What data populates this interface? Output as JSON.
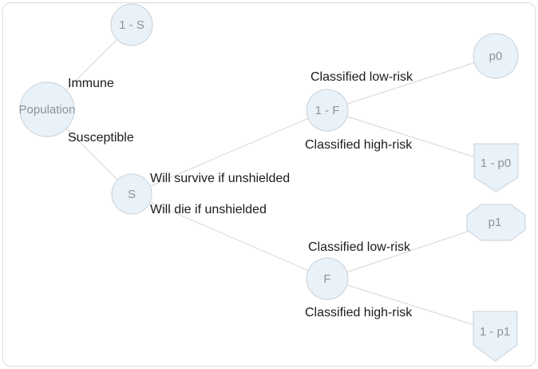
{
  "diagram": {
    "type": "probability-decision-tree",
    "nodes": {
      "population": {
        "label": "Population",
        "shape": "circle"
      },
      "one_minus_s": {
        "label": "1 - S",
        "shape": "circle"
      },
      "s": {
        "label": "S",
        "shape": "circle"
      },
      "one_minus_f": {
        "label": "1 - F",
        "shape": "circle"
      },
      "f": {
        "label": "F",
        "shape": "circle"
      },
      "p0": {
        "label": "p0",
        "shape": "circle"
      },
      "one_minus_p0": {
        "label": "1 - p0",
        "shape": "pentagon-down"
      },
      "p1": {
        "label": "p1",
        "shape": "octagon"
      },
      "one_minus_p1": {
        "label": "1 - p1",
        "shape": "pentagon-down"
      }
    },
    "edges": [
      {
        "from": "population",
        "to": "one_minus_s",
        "label": "Immune"
      },
      {
        "from": "population",
        "to": "s",
        "label": "Susceptible"
      },
      {
        "from": "s",
        "to": "one_minus_f",
        "label": "Will survive if unshielded"
      },
      {
        "from": "s",
        "to": "f",
        "label": "Will die if unshielded"
      },
      {
        "from": "one_minus_f",
        "to": "p0",
        "label": "Classified low-risk"
      },
      {
        "from": "one_minus_f",
        "to": "one_minus_p0",
        "label": "Classified high-risk"
      },
      {
        "from": "f",
        "to": "p1",
        "label": "Classified low-risk"
      },
      {
        "from": "f",
        "to": "one_minus_p1",
        "label": "Classified high-risk"
      }
    ],
    "colors": {
      "node_fill": "#e9f1f9",
      "node_border": "#c9d1d8",
      "node_text": "#8c949b",
      "edge_line": "#d6d6d6",
      "label_text": "#1b1b1b",
      "frame_border": "#dcdcdc",
      "background": "#ffffff"
    }
  }
}
